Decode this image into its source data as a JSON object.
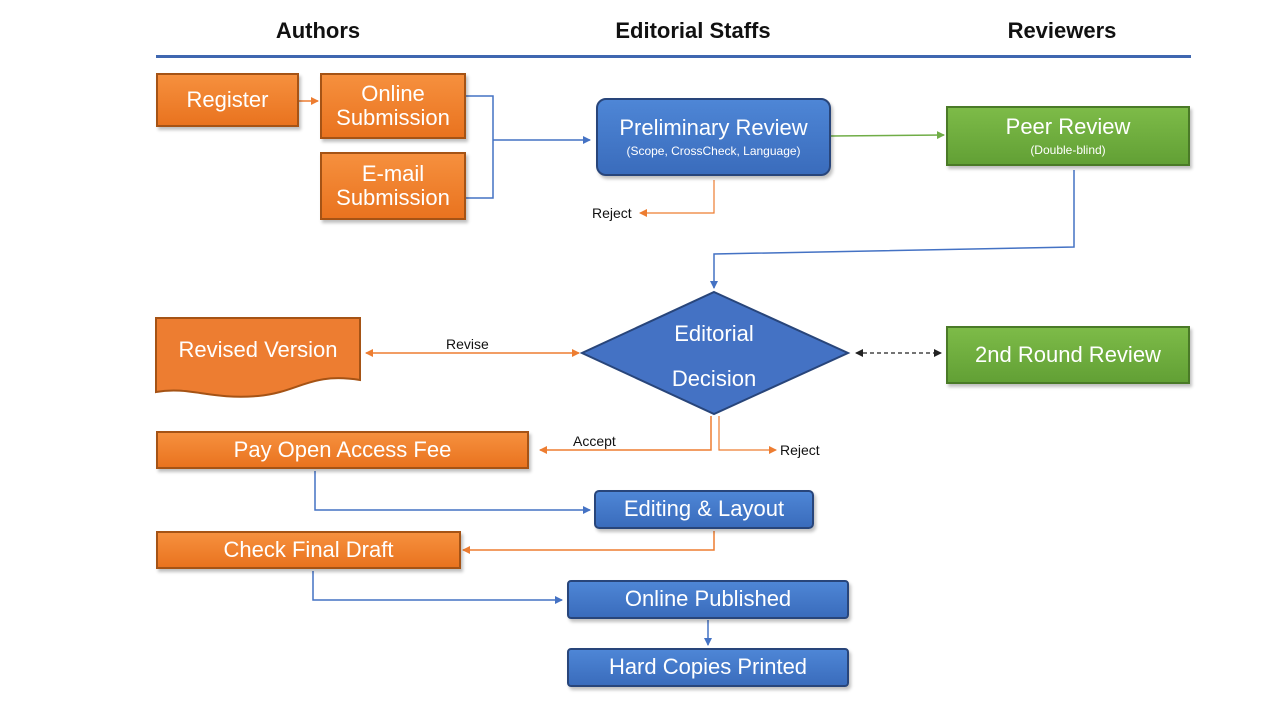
{
  "headers": {
    "authors": "Authors",
    "editorial": "Editorial Staffs",
    "reviewers": "Reviewers"
  },
  "nodes": {
    "register": "Register",
    "online_submission_line1": "Online",
    "online_submission_line2": "Submission",
    "email_submission_line1": "E-mail",
    "email_submission_line2": "Submission",
    "preliminary_review": "Preliminary Review",
    "preliminary_review_sub": "(Scope, CrossCheck, Language)",
    "peer_review": "Peer Review",
    "peer_review_sub": "(Double-blind)",
    "editorial_decision_line1": "Editorial",
    "editorial_decision_line2": "Decision",
    "revised_version": "Revised Version",
    "second_round_review": "2nd Round Review",
    "pay_fee": "Pay Open Access Fee",
    "editing_layout": "Editing & Layout",
    "check_final_draft": "Check Final Draft",
    "online_published": "Online Published",
    "hard_copies": "Hard Copies Printed"
  },
  "edge_labels": {
    "reject_1": "Reject",
    "revise": "Revise",
    "accept": "Accept",
    "reject_2": "Reject"
  },
  "colors": {
    "author_orange": "#ed7d31",
    "editorial_blue": "#4472c4",
    "reviewer_green": "#70ad47"
  }
}
